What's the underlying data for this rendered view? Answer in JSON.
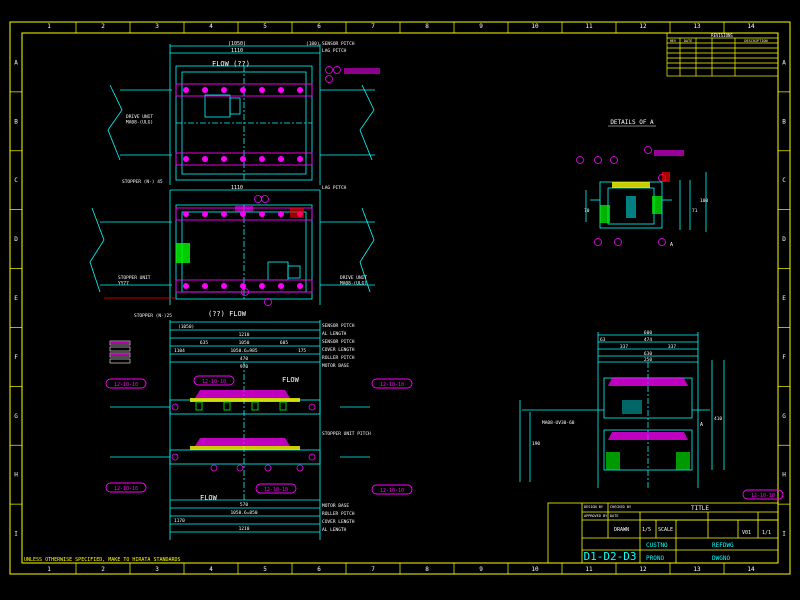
{
  "colors": {
    "background": "#000000",
    "frame": "#ffff00",
    "machine": "#00ffff",
    "tag": "#ff00ff",
    "accent": "#ff0000",
    "highlight": "#00ff00",
    "text": "#ffffff"
  },
  "grid": {
    "columns": [
      "1",
      "2",
      "3",
      "4",
      "5",
      "6",
      "7",
      "8",
      "9",
      "10",
      "11",
      "12",
      "13",
      "14"
    ],
    "rows": [
      "A",
      "B",
      "C",
      "D",
      "E",
      "F",
      "G",
      "H",
      "I"
    ]
  },
  "top_view_1": {
    "dims": [
      "(1050)",
      "1110",
      "(180)",
      "SENSOR PITCH",
      "LAG PITCH"
    ],
    "flow": "FLOW (??)",
    "callout": "DRIVE UNIT\nMA08-(ULG)",
    "stopper": "STOPPER (N-)  45"
  },
  "top_view_2": {
    "dims": [
      "1110",
      "LAG PITCH"
    ],
    "stopper_unit": "STOPPER UNIT\nYY77",
    "drive_unit": "DRIVE UNIT\nMA08-(ULG)",
    "flow": "(??) FLOW",
    "stopper_right": "STOPPER (N-)25"
  },
  "side_view": {
    "right_labels": [
      "SENSOR PITCH",
      "AL LENGTH",
      "SENSOR PITCH",
      "COVER LENGTH",
      "ROLLER PITCH",
      "MOTOR BASE"
    ],
    "right_labels_mid": [
      "STOPPER UNIT PITCH"
    ],
    "right_labels_bottom": [
      "MOTOR BASE",
      "ROLLER PITCH",
      "COVER LENGTH",
      "AL LENGTH"
    ],
    "top_dims": [
      "(1050)",
      "1210",
      "635",
      "1050",
      "605",
      "1104",
      "1050.6=985",
      "175",
      "470",
      "970"
    ],
    "flow_top": "FLOW",
    "flow_bottom": "FLOW",
    "bottom_dims": [
      "570",
      "1050.6=850",
      "1170",
      "1210"
    ],
    "tags_left": [
      "12-10-10",
      "12-10-10"
    ],
    "tags_mid": [
      "12-10-10",
      "12-10-10"
    ],
    "tags_right": [
      "12-10-10",
      "12-10-10"
    ]
  },
  "detail_a": {
    "title": "DETAILS OF A",
    "dims": [
      "70",
      "71",
      "100"
    ],
    "label": "A"
  },
  "end_view": {
    "dims": [
      "600",
      "63",
      "474",
      "337",
      "337",
      "630",
      "250",
      "410",
      "190"
    ],
    "motor": "MA08-UV30-60",
    "label": "A",
    "tag": "12-10-10"
  },
  "revision_table": {
    "title": "REVISIONS",
    "headers": [
      "REV",
      "DATE",
      "DESCRIPTION"
    ]
  },
  "title_block": {
    "title_label": "TITLE",
    "drawn_label": "DRAWN",
    "scale_label": "SCALE",
    "scale": "1/5",
    "sheet": "1/1",
    "rev": "V01",
    "drawing_no": "D1-D2-D3",
    "custno": "CUSTNO",
    "refdwg": "REFDWG",
    "prono": "PRONO",
    "dwgno": "DWGNO",
    "small_fields": [
      "DESIGN BY",
      "CHECKED BY",
      "APPROVED BY",
      "DATE"
    ]
  },
  "notes": "UNLESS OTHERWISE SPECIFIED, MAKE TO HIRATA STANDARDS"
}
